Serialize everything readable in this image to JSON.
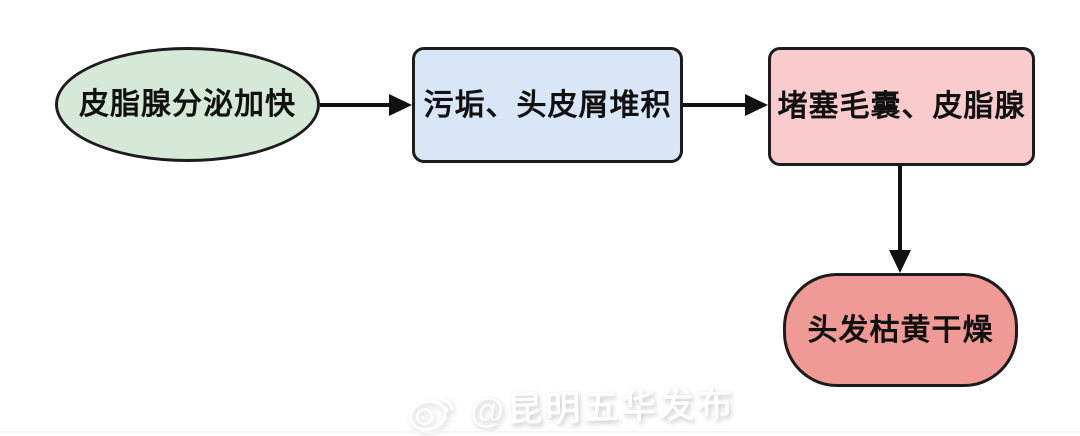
{
  "diagram": {
    "type": "flowchart",
    "nodes": [
      {
        "id": "sebum",
        "label": "皮脂腺分泌加快",
        "shape": "ellipse",
        "fill": "#d6e8d6",
        "border": "#1c1c1c"
      },
      {
        "id": "dirt",
        "label": "污垢、头皮屑堆积",
        "shape": "rounded-rect",
        "fill": "#d9e6f8",
        "border": "#1c1c1c"
      },
      {
        "id": "clog",
        "label": "堵塞毛囊、皮脂腺",
        "shape": "rounded-rect",
        "fill": "#f9cbcd",
        "border": "#1c1c1c"
      },
      {
        "id": "dryhair",
        "label": "头发枯黄干燥",
        "shape": "pill",
        "fill": "#f09a96",
        "border": "#1c1c1c"
      }
    ],
    "edges": [
      {
        "from": "sebum",
        "to": "dirt",
        "direction": "right"
      },
      {
        "from": "dirt",
        "to": "clog",
        "direction": "right"
      },
      {
        "from": "clog",
        "to": "dryhair",
        "direction": "down"
      }
    ],
    "edge_color": "#111111"
  },
  "watermark": {
    "icon": "weibo-icon",
    "text": "@昆明五华发布",
    "color": "#ffffff"
  },
  "background_color": "#ffffff"
}
